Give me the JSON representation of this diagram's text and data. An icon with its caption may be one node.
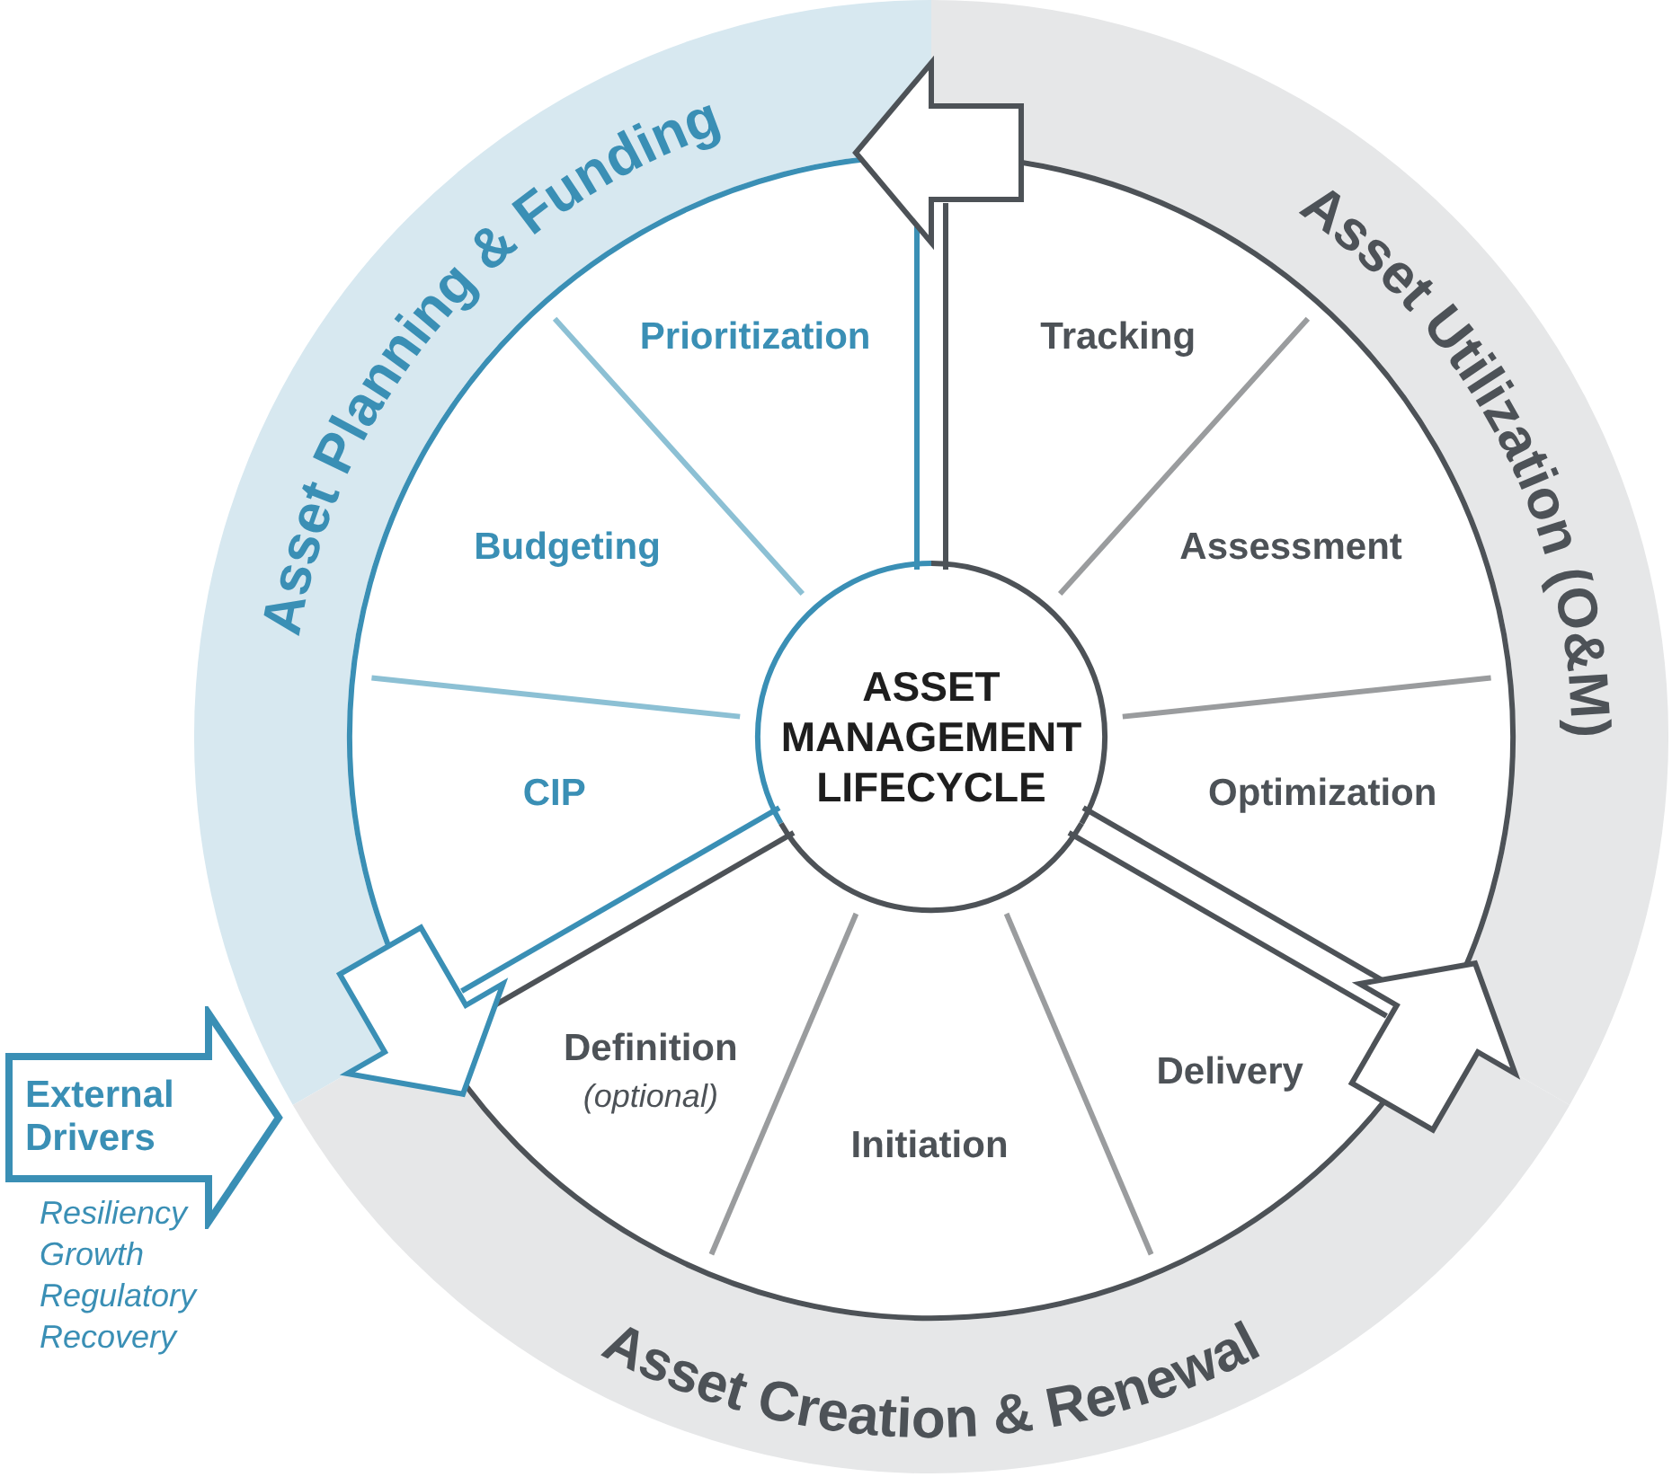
{
  "diagram": {
    "nodes": [
      {
        "text": [
          "ASSET MANAGEMENT LIFECYCLE"
        ]
      },
      {
        "text": [
          "Asset Planning & Funding"
        ]
      },
      {
        "text": [
          "Asset Utilization (O&M)"
        ]
      },
      {
        "text": [
          "Asset Creation & Renewal"
        ]
      },
      {
        "text": [
          "Prioritization"
        ],
        "in": 1
      },
      {
        "text": [
          "Budgeting"
        ],
        "in": 1
      },
      {
        "text": [
          "CIP"
        ],
        "in": 1
      },
      {
        "text": [
          "Tracking"
        ],
        "in": 2
      },
      {
        "text": [
          "Assessment"
        ],
        "in": 2
      },
      {
        "text": [
          "Optimization"
        ],
        "in": 2
      },
      {
        "text": [
          "Definition",
          "(optional)"
        ],
        "in": 3
      },
      {
        "text": [
          "Initiation"
        ],
        "in": 3
      },
      {
        "text": [
          "Delivery"
        ],
        "in": 3
      },
      {
        "text": [
          "External Drivers"
        ],
        "beside": [
          "Resiliency",
          "Growth",
          "Regulatory",
          "Recovery"
        ]
      }
    ],
    "edges": [
      {
        "from": 2,
        "to": 1,
        "arrow": "to",
        "style": "thick"
      },
      {
        "from": 1,
        "to": 3,
        "arrow": "to",
        "style": "thick",
        "color": "#3a8fb5"
      },
      {
        "from": 3,
        "to": 2,
        "arrow": "to",
        "style": "thick"
      }
    ]
  }
}
